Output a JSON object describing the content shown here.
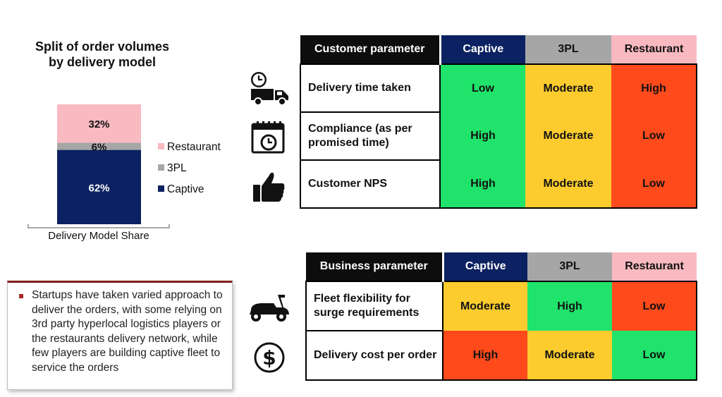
{
  "chart_data": {
    "type": "bar",
    "stacked": true,
    "title": "Split of order volumes\nby delivery model",
    "categories": [
      "Delivery Model Share"
    ],
    "series": [
      {
        "name": "Captive",
        "values": [
          62
        ],
        "label": "62%",
        "color": "#0b2161"
      },
      {
        "name": "3PL",
        "values": [
          6
        ],
        "label": "6%",
        "color": "#a6a6a6"
      },
      {
        "name": "Restaurant",
        "values": [
          32
        ],
        "label": "32%",
        "color": "#f8b9c0"
      }
    ],
    "ylim": [
      0,
      100
    ],
    "legend_order": [
      "Restaurant",
      "3PL",
      "Captive"
    ],
    "legend": "right",
    "grid": false
  },
  "colors": {
    "header_dark": "#0d0d0d",
    "captive": "#0b2161",
    "threepl": "#a6a6a6",
    "restaurant": "#f8b9c0",
    "low_good": "#1fe36a",
    "moderate": "#fccc2f",
    "high_bad": "#ff4a1c"
  },
  "note": {
    "text": "Startups have taken varied approach to deliver the orders, with some relying on 3rd party hyperlocal logistics players or the restaurants delivery network, while few players are building captive fleet to service the orders"
  },
  "customer_table": {
    "header": {
      "param": "Customer parameter",
      "captive": "Captive",
      "tpl": "3PL",
      "restaurant": "Restaurant"
    },
    "rows": [
      {
        "label": "Delivery time taken",
        "icon": "truck-clock-icon",
        "captive": "Low",
        "captive_color": "#1fe36a",
        "tpl": "Moderate",
        "tpl_color": "#fccc2f",
        "restaurant": "High",
        "restaurant_color": "#ff4a1c"
      },
      {
        "label": "Compliance (as per promised time)",
        "icon": "calendar-clock-icon",
        "captive": "High",
        "captive_color": "#1fe36a",
        "tpl": "Moderate",
        "tpl_color": "#fccc2f",
        "restaurant": "Low",
        "restaurant_color": "#ff4a1c"
      },
      {
        "label": "Customer NPS",
        "icon": "thumbs-up-icon",
        "captive": "High",
        "captive_color": "#1fe36a",
        "tpl": "Moderate",
        "tpl_color": "#fccc2f",
        "restaurant": "Low",
        "restaurant_color": "#ff4a1c"
      }
    ]
  },
  "business_table": {
    "header": {
      "param": "Business parameter",
      "captive": "Captive",
      "tpl": "3PL",
      "restaurant": "Restaurant"
    },
    "rows": [
      {
        "label": "Fleet flexibility for surge requirements",
        "icon": "scooter-icon",
        "captive": "Moderate",
        "captive_color": "#fccc2f",
        "tpl": "High",
        "tpl_color": "#1fe36a",
        "restaurant": "Low",
        "restaurant_color": "#ff4a1c"
      },
      {
        "label": "Delivery cost per order",
        "icon": "dollar-coin-icon",
        "captive": "High",
        "captive_color": "#ff4a1c",
        "tpl": "Moderate",
        "tpl_color": "#fccc2f",
        "restaurant": "Low",
        "restaurant_color": "#1fe36a"
      }
    ]
  }
}
